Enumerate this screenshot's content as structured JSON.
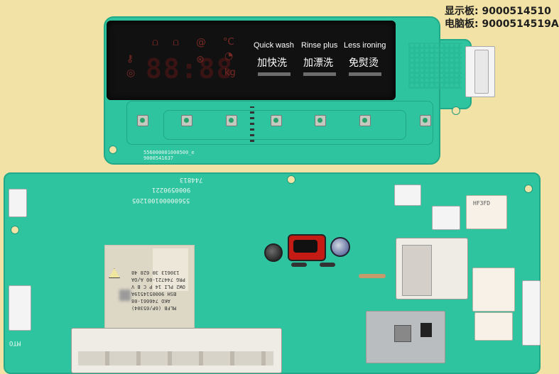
{
  "header": {
    "display_board": "显示板: 9000514510",
    "main_board": "电脑板: 9000514519A"
  },
  "display_board": {
    "lcd_digits": "88:88",
    "unit_celsius": "°C",
    "unit_kg": "kg",
    "options": [
      {
        "en": "Quick wash",
        "cn": "加快洗"
      },
      {
        "en": "Rinse plus",
        "cn": "加漂洗"
      },
      {
        "en": "Less ironing",
        "cn": "免熨烫"
      }
    ],
    "silk_codes": [
      "556000001000500_e",
      "9000541637"
    ]
  },
  "main_board": {
    "silk_codes": [
      "744813",
      "9000590221",
      "556000001001205"
    ],
    "relay_text": "HF3FD",
    "label_lines": [
      "MLFB (6P/65304)",
      "AKO 746661-08",
      "BSH 9000514519A",
      "OW2 PLI 14 P C B V",
      "PRG 744721-00 A/OA",
      "130613 30 628 48"
    ],
    "mto": "MTO"
  },
  "colors": {
    "background": "#f2e2a5",
    "pcb": "#2fc4a0",
    "lcd": "#111111"
  }
}
